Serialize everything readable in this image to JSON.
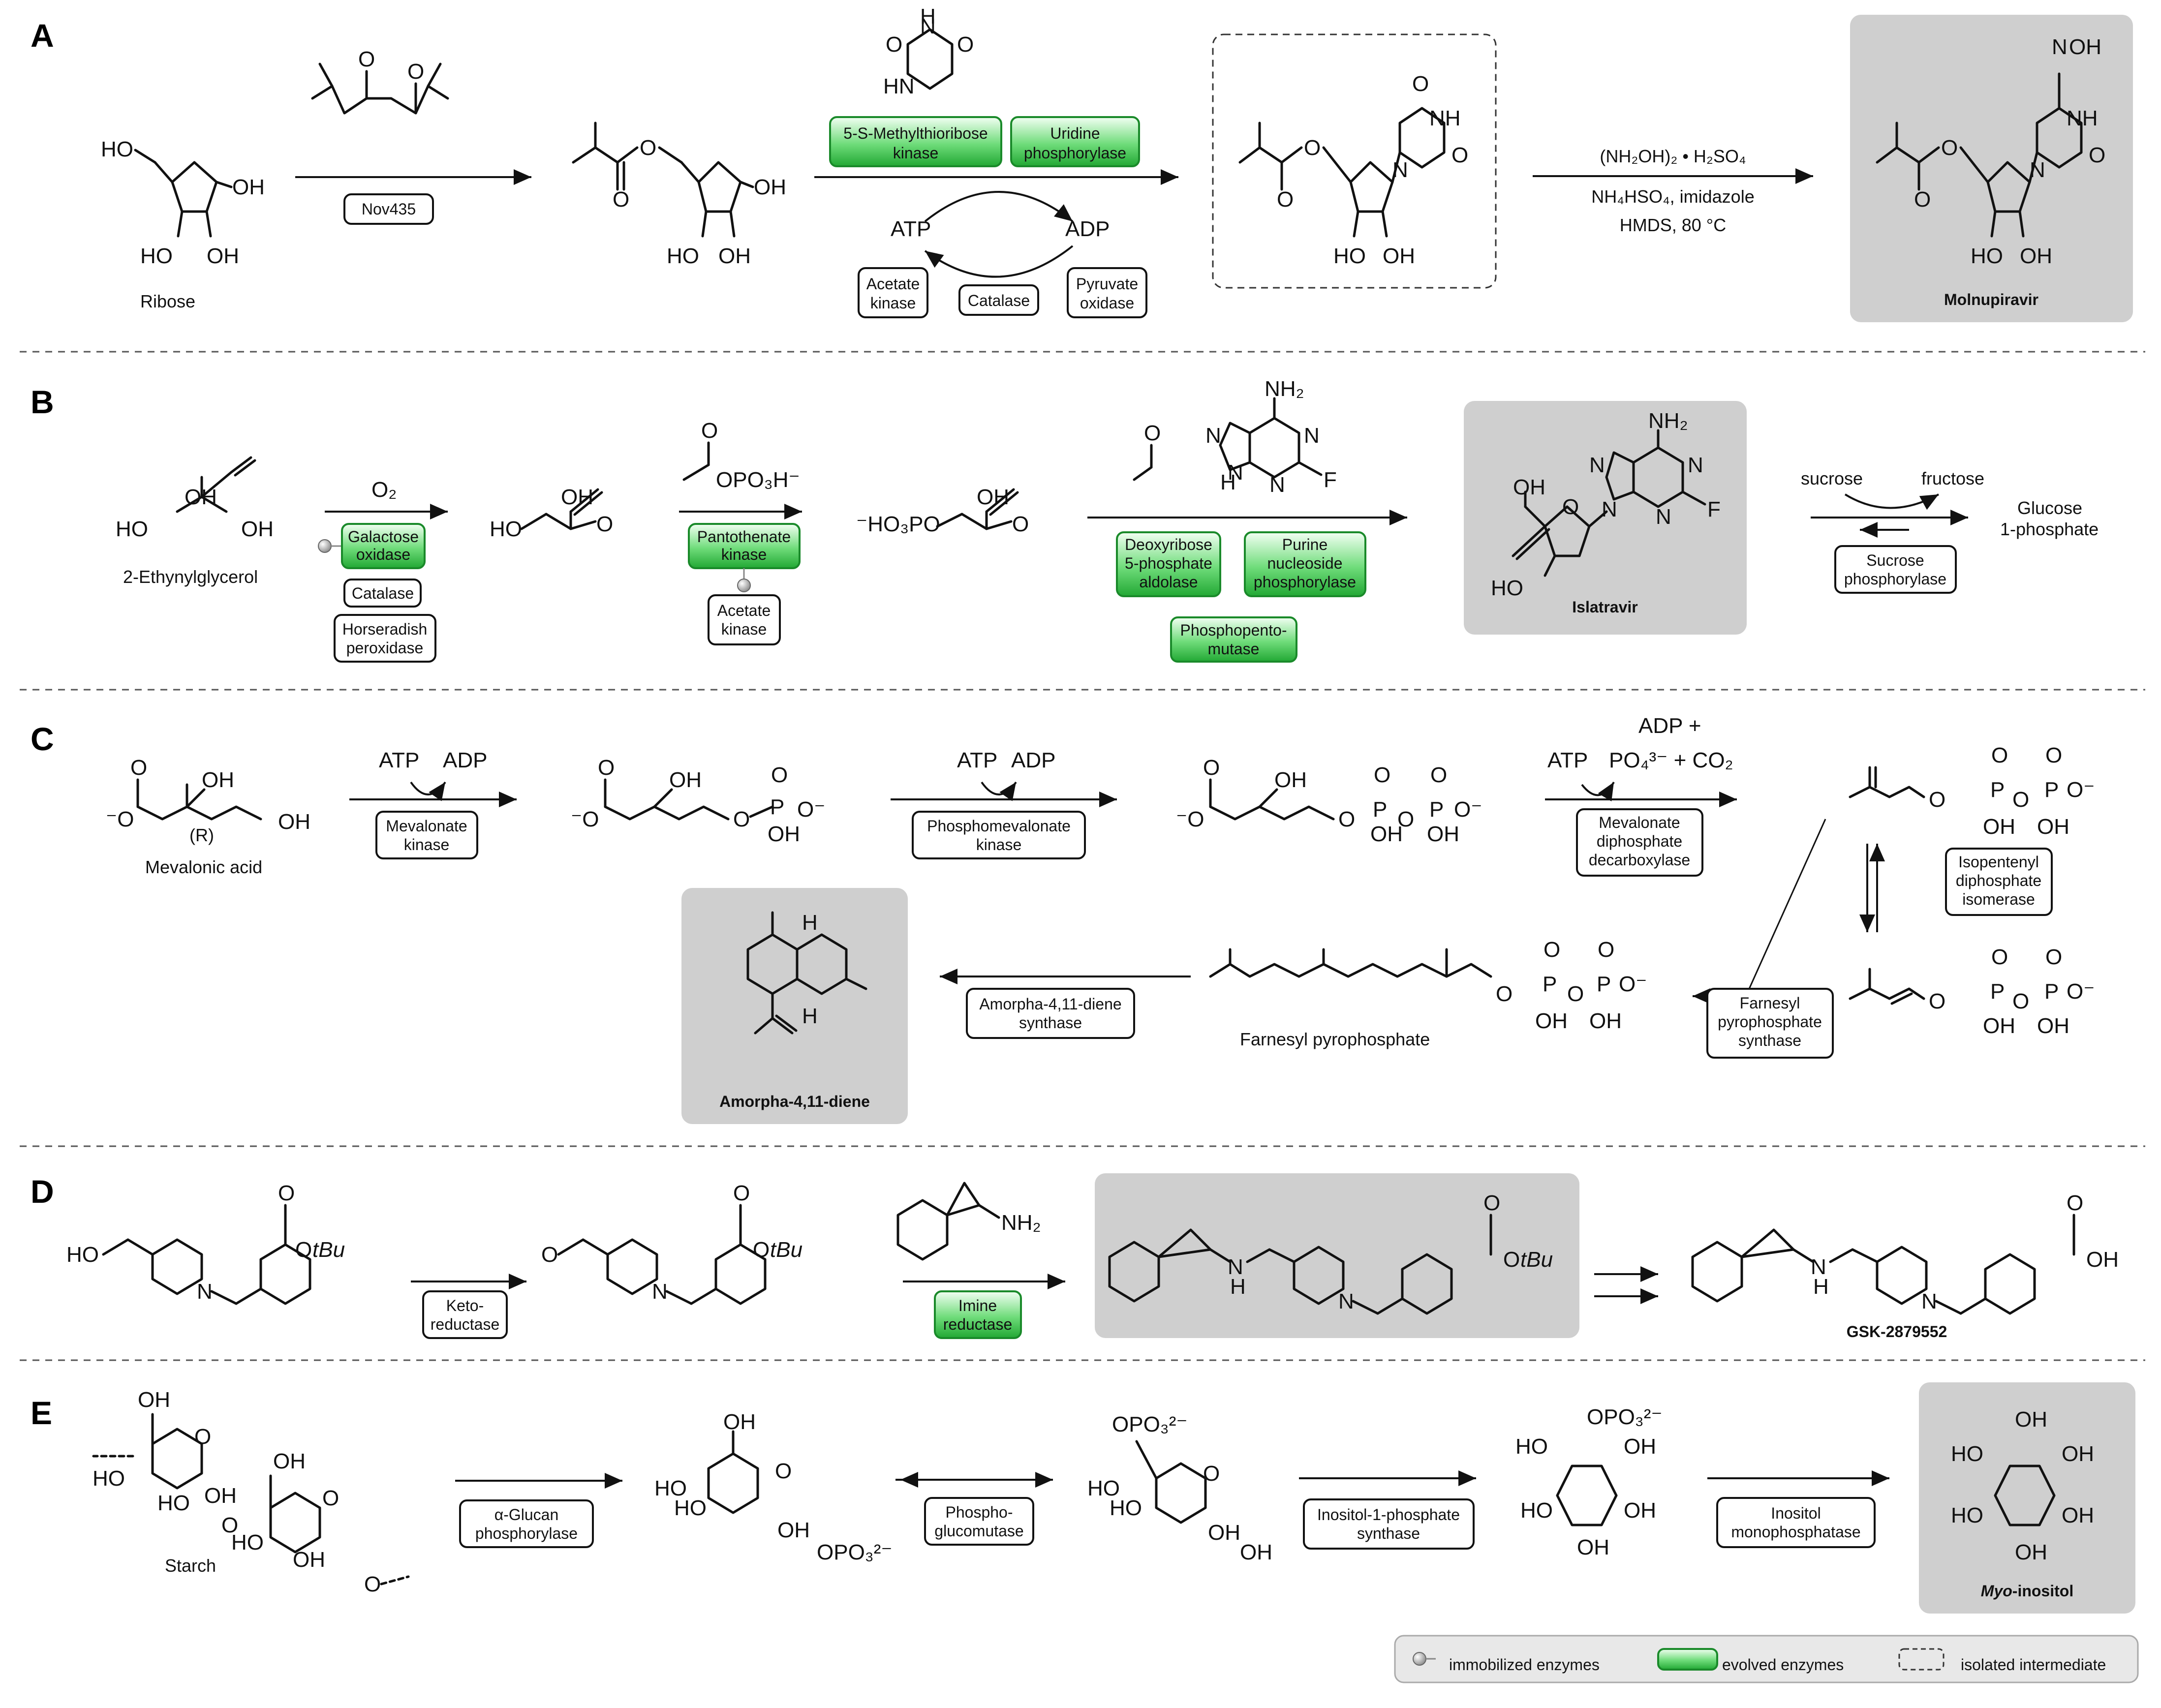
{
  "panels": {
    "A": {
      "letter": "A",
      "ribose": "Ribose",
      "enzyme_nov": "Nov435",
      "evolved_1": [
        "5-S-Methylthioribose",
        "kinase"
      ],
      "evolved_2": [
        "Uridine",
        "phosphorylase"
      ],
      "cofactor_atp": "ATP",
      "cofactor_adp": "ADP",
      "enzyme_acetate": [
        "Acetate",
        "kinase"
      ],
      "enzyme_catalase": "Catalase",
      "enzyme_pyruvate": [
        "Pyruvate",
        "oxidase"
      ],
      "reagents": [
        "(NH₂OH)₂ • H₂SO₄",
        "NH₄HSO₄, imidazole",
        "HMDS, 80 °C"
      ],
      "product": "Molnupiravir"
    },
    "B": {
      "letter": "B",
      "start": "2-Ethynylglycerol",
      "o2": "O₂",
      "evolved_gal": [
        "Galactose",
        "oxidase"
      ],
      "enzyme_catalase": "Catalase",
      "enzyme_hrp": [
        "Horseradish",
        "peroxidase"
      ],
      "evolved_pan": [
        "Pantothenate",
        "kinase"
      ],
      "enzyme_acetate": [
        "Acetate",
        "kinase"
      ],
      "evolved_dera": [
        "Deoxyribose",
        "5-phosphate",
        "aldolase"
      ],
      "evolved_pnp": [
        "Purine",
        "nucleoside",
        "phosphorylase"
      ],
      "evolved_ppm": [
        "Phosphopento-",
        "mutase"
      ],
      "product": "Islatravir",
      "sucrose": "sucrose",
      "fructose": "fructose",
      "glucose": [
        "Glucose",
        "1-phosphate"
      ],
      "enzyme_sucrose": [
        "Sucrose",
        "phosphorylase"
      ]
    },
    "C": {
      "letter": "C",
      "start": "Mevalonic acid",
      "r_label": "(R)",
      "atp1": "ATP",
      "adp1": "ADP",
      "enzyme_mk": [
        "Mevalonate",
        "kinase"
      ],
      "atp2": "ATP",
      "adp2": "ADP",
      "enzyme_pmk": [
        "Phosphomevalonate",
        "kinase"
      ],
      "atp3": "ATP",
      "adp3_line1": "ADP +",
      "adp3_line2": "PO₄³⁻ + CO₂",
      "enzyme_mdd": [
        "Mevalonate",
        "diphosphate",
        "decarboxylase"
      ],
      "enzyme_idi": [
        "Isopentenyl",
        "diphosphate",
        "isomerase"
      ],
      "enzyme_fpps": [
        "Farnesyl",
        "pyrophosphate",
        "synthase"
      ],
      "fpp": "Farnesyl pyrophosphate",
      "enzyme_ads": [
        "Amorpha-4,11-diene",
        "synthase"
      ],
      "product": "Amorpha-4,11-diene"
    },
    "D": {
      "letter": "D",
      "enzyme_kred": [
        "Keto-",
        "reductase"
      ],
      "evolved_ired": [
        "Imine",
        "reductase"
      ],
      "tbu": "tBu",
      "nh2": "NH₂",
      "product": "GSK-2879552"
    },
    "E": {
      "letter": "E",
      "starch": "Starch",
      "enzyme_gp": [
        "α-Glucan",
        "phosphorylase"
      ],
      "enzyme_pgm": [
        "Phospho-",
        "glucomutase"
      ],
      "enzyme_ips": [
        "Inositol-1-phosphate",
        "synthase"
      ],
      "enzyme_imp": [
        "Inositol",
        "monophosphatase"
      ],
      "product_italic": "Myo",
      "product_rest": "-inositol"
    }
  },
  "legend": {
    "immobilized": "immobilized enzymes",
    "evolved": "evolved enzymes",
    "isolated": "isolated intermediate"
  },
  "colors": {
    "evolved_green": "#2fb843",
    "product_box": "#cfcfcf"
  }
}
